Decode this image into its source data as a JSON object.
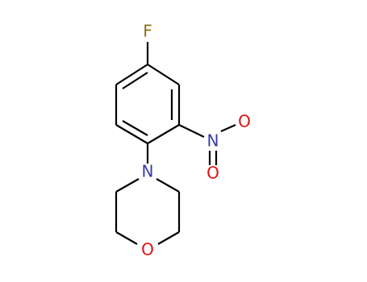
{
  "molecule": {
    "atoms": [
      {
        "id": "F",
        "label": "F",
        "color": "#8a7110"
      },
      {
        "id": "N1",
        "label": "N",
        "color": "#3a3aa8"
      },
      {
        "id": "O1",
        "label": "O",
        "color": "#e01010"
      },
      {
        "id": "O2",
        "label": "O",
        "color": "#e01010"
      },
      {
        "id": "N2",
        "label": "N",
        "color": "#3a3aa8"
      },
      {
        "id": "O3",
        "label": "O",
        "color": "#e01010"
      }
    ],
    "bond_color": "#000000"
  }
}
